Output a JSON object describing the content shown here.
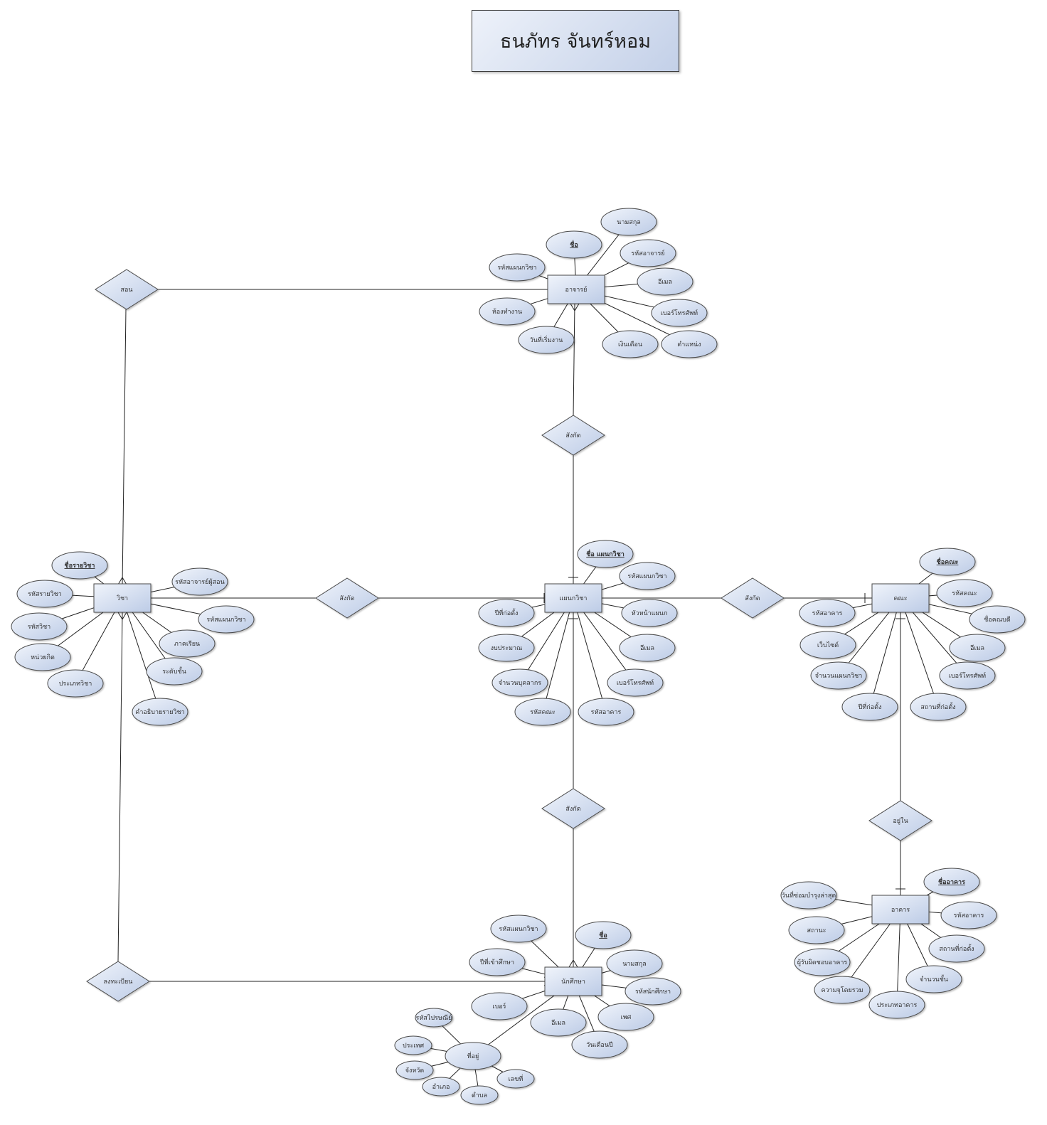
{
  "title": "ธนภัทร จันทร์หอม",
  "entities": {
    "teacher": "อาจารย์",
    "course": "วิชา",
    "department": "แผนกวิชา",
    "faculty": "คณะ",
    "student": "นักศึกษา",
    "building": "อาคาร"
  },
  "relationships": {
    "teaches": "สอน",
    "teacher_belongs": "สังกัด",
    "course_belongs": "สังกัด",
    "dept_belongs": "สังกัด",
    "student_belongs": "สังกัด",
    "located_in": "อยู่ใน",
    "register": "ลงทะเบียน"
  },
  "attributes": {
    "teacher": [
      "ชื่อ",
      "นามสกุล",
      "รหัสอาจารย์",
      "อีเมล",
      "เบอร์โทรศัพท์",
      "ตำแหน่ง",
      "เงินเดือน",
      "วันที่เริ่มงาน",
      "ห้องทำงาน",
      "รหัสแผนกวิชา"
    ],
    "course": [
      "ชื่อรายวิชา",
      "รหัสรายวิชา",
      "รหัสวิชา",
      "หน่วยกิต",
      "ประเภทวิชา",
      "คำอธิบายรายวิชา",
      "ระดับชั้น",
      "ภาคเรียน",
      "รหัสแผนกวิชา",
      "รหัสอาจารย์ผู้สอน"
    ],
    "department": [
      "ชื่อ แผนกวิชา",
      "รหัสแผนกวิชา",
      "หัวหน้าแผนก",
      "อีเมล",
      "เบอร์โทรศัพท์",
      "รหัสอาคาร",
      "รหัสคณะ",
      "จำนวนบุคลากร",
      "งบประมาณ",
      "ปีที่ก่อตั้ง"
    ],
    "faculty": [
      "ชื่อคณะ",
      "รหัสคณะ",
      "ชื่อคณบดี",
      "อีเมล",
      "เบอร์โทรศัพท์",
      "สถานที่ก่อตั้ง",
      "ปีที่ก่อตั้ง",
      "จำนวนแผนกวิชา",
      "เว็บไซต์",
      "รหัสอาคาร"
    ],
    "building": [
      "ชื่ออาคาร",
      "รหัสอาคาร",
      "สถานที่ก่อตั้ง",
      "จำนวนชั้น",
      "ประเภทอาคาร",
      "ความจุโดยรวม",
      "ผู้รับผิดชอบอาคาร",
      "สถานะ",
      "วันที่ซ่อมบำรุงล่าสุด"
    ],
    "student": [
      "ชื่อ",
      "นามสกุล",
      "รหัสนักศึกษา",
      "เพศ",
      "วันเดือนปี",
      "อีเมล",
      "เบอร์",
      "ปีที่เข้าศึกษา",
      "รหัสแผนกวิชา"
    ],
    "address": [
      "ที่อยู่",
      "รหัสไปรษณีย์",
      "ประเทศ",
      "จังหวัด",
      "อำเภอ",
      "ตำบล",
      "เลขที่"
    ]
  }
}
